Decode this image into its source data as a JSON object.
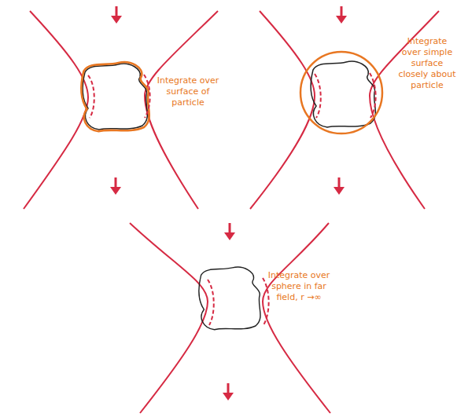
{
  "diagram": {
    "labels": [
      "Integrate over surface of particle",
      "Integrate over simple surface closely about particle",
      "Integrate over sphere in far field, r →∞"
    ]
  }
}
